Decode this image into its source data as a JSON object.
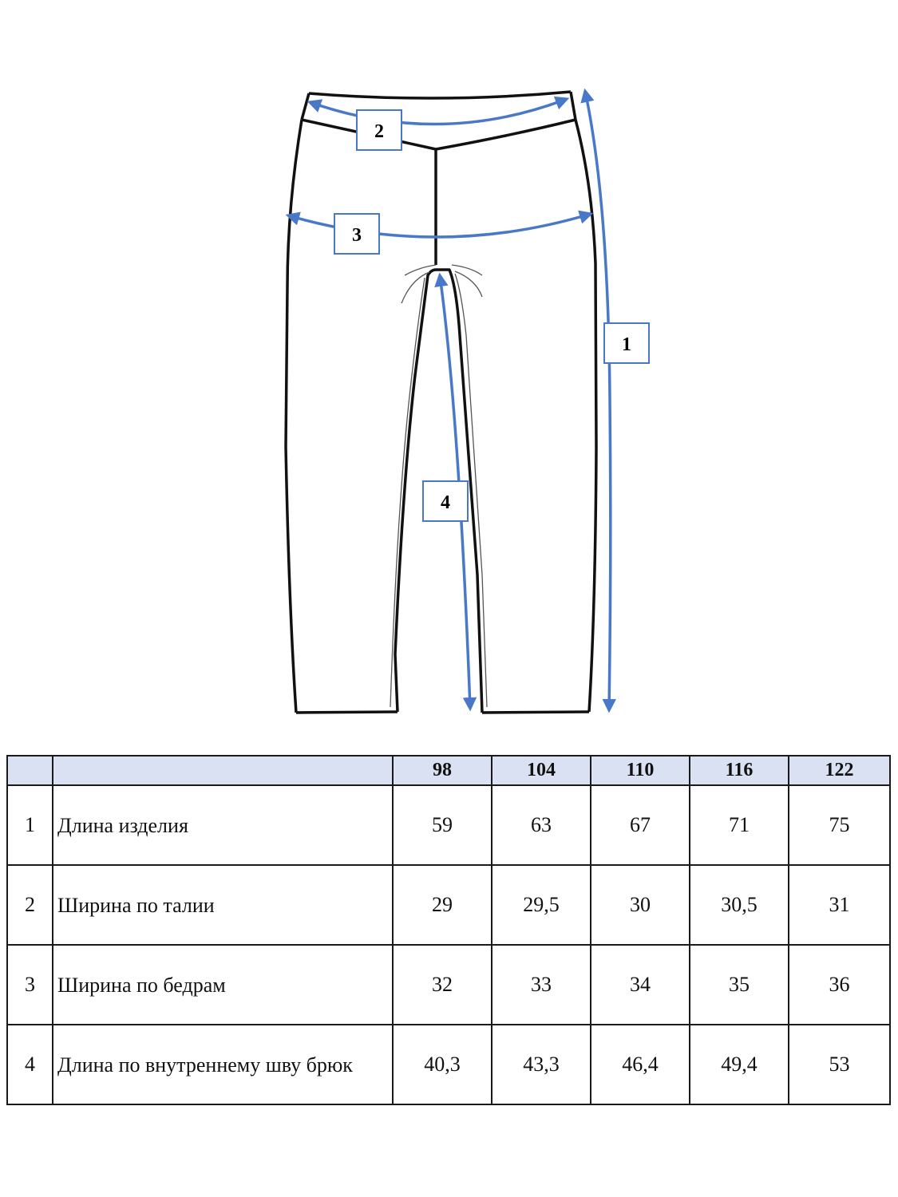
{
  "diagram": {
    "labels": [
      "1",
      "2",
      "3",
      "4"
    ],
    "accent_color": "#4a78c8"
  },
  "table": {
    "headers": [
      "",
      "",
      "98",
      "104",
      "110",
      "116",
      "122"
    ],
    "rows": [
      {
        "num": "1",
        "name": "Длина изделия",
        "values": [
          "59",
          "63",
          "67",
          "71",
          "75"
        ]
      },
      {
        "num": "2",
        "name": "Ширина по талии",
        "values": [
          "29",
          "29,5",
          "30",
          "30,5",
          "31"
        ]
      },
      {
        "num": "3",
        "name": "Ширина по бедрам",
        "values": [
          "32",
          "33",
          "34",
          "35",
          "36"
        ]
      },
      {
        "num": "4",
        "name": "Длина по внутреннему шву брюк",
        "values": [
          "40,3",
          "43,3",
          "46,4",
          "49,4",
          "53"
        ]
      }
    ]
  }
}
